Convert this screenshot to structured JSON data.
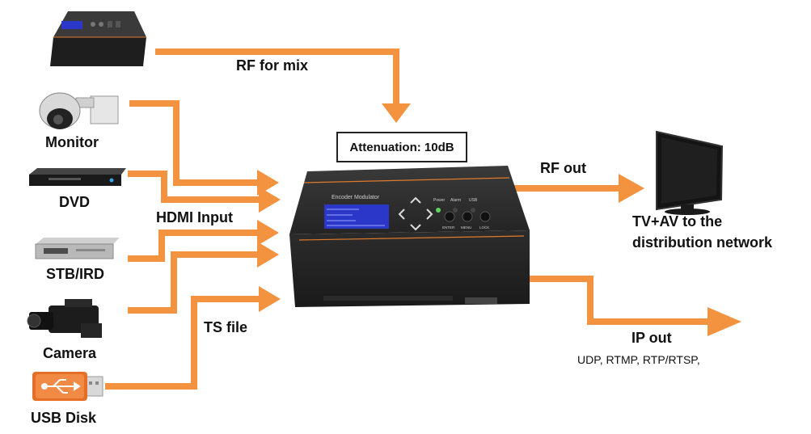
{
  "labels": {
    "rf_for_mix": "RF for mix",
    "attenuation": "Attenuation: 10dB",
    "hdmi_input": "HDMI Input",
    "ts_file": "TS file",
    "rf_out": "RF out",
    "tv_line1": "TV+AV to the",
    "tv_line2": "distribution network",
    "ip_out": "IP out",
    "ip_protocols": "UDP, RTMP, RTP/RTSP,"
  },
  "sources": [
    {
      "name": "Monitor"
    },
    {
      "name": "DVD"
    },
    {
      "name": "STB/IRD"
    },
    {
      "name": "Camera"
    },
    {
      "name": "USB Disk"
    }
  ],
  "device": {
    "title": "Encoder Modulator",
    "leds": [
      "Power",
      "Alarm",
      "USB"
    ],
    "buttons": [
      "ENTER",
      "MENU",
      "LOCK"
    ]
  },
  "colors": {
    "arrow": "#f3923f",
    "device_body": "#2f2f2f",
    "lcd": "#2a37c8"
  }
}
